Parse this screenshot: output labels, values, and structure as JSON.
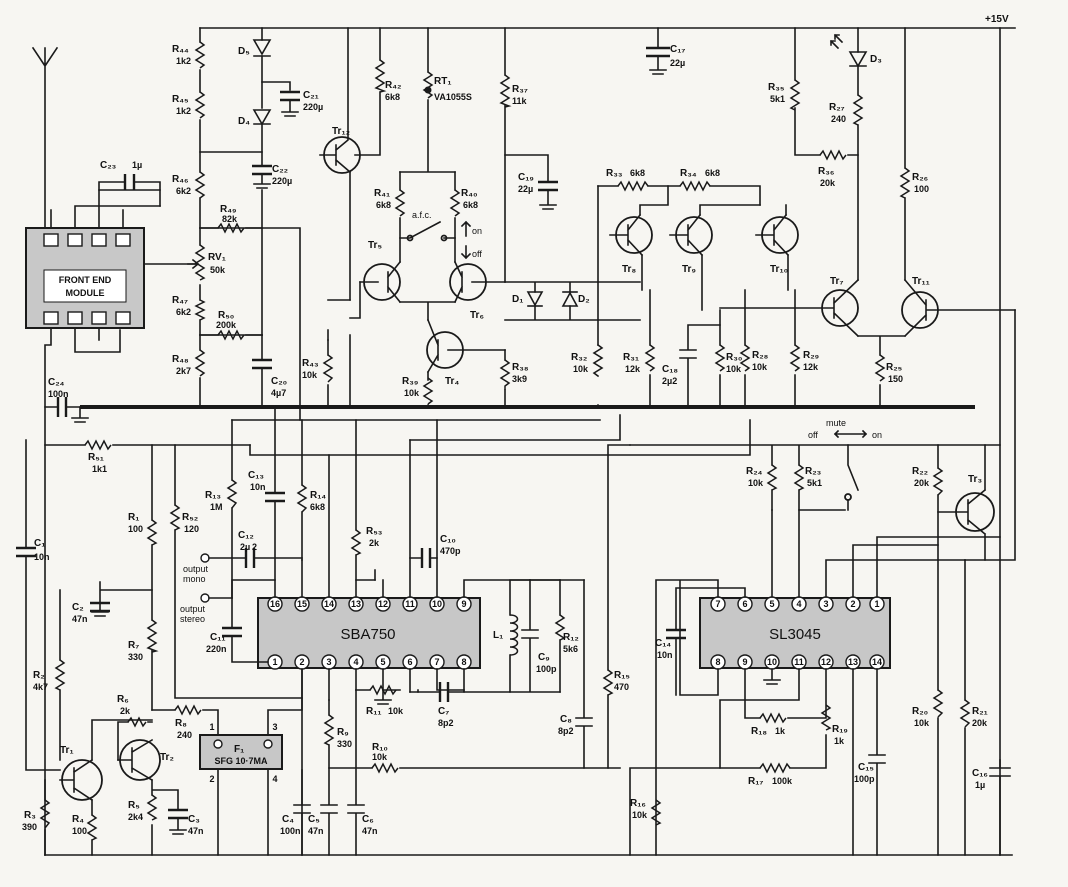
{
  "supply_label": "+15V",
  "modules": {
    "front_end": {
      "line1": "FRONT END",
      "line2": "MODULE"
    },
    "filter": {
      "ref": "F₁",
      "name": "SFG 10·7MA",
      "pins": [
        "1",
        "3",
        "2",
        "4"
      ]
    },
    "ic1": {
      "name": "SBA750",
      "top_pins": [
        "16",
        "15",
        "14",
        "13",
        "12",
        "11",
        "10",
        "9"
      ],
      "bottom_pins": [
        "1",
        "2",
        "3",
        "4",
        "5",
        "6",
        "7",
        "8"
      ]
    },
    "ic2": {
      "name": "SL3045",
      "top_pins": [
        "7",
        "6",
        "5",
        "4",
        "3",
        "2",
        "1"
      ],
      "bottom_pins": [
        "8",
        "9",
        "10",
        "11",
        "12",
        "13",
        "14"
      ]
    }
  },
  "transistors": {
    "tr1": "Tr₁",
    "tr2": "Tr₂",
    "tr3": "Tr₃",
    "tr4": "Tr₄",
    "tr5": "Tr₅",
    "tr6": "Tr₆",
    "tr7": "Tr₇",
    "tr8": "Tr₈",
    "tr9": "Tr₉",
    "tr10": "Tr₁₀",
    "tr11": "Tr₁₁",
    "tr12": "Tr₁₂"
  },
  "resistors": {
    "r1": {
      "ref": "R₁",
      "val": "100"
    },
    "r2": {
      "ref": "R₂",
      "val": "4k7"
    },
    "r3": {
      "ref": "R₃",
      "val": "390"
    },
    "r4": {
      "ref": "R₄",
      "val": "100"
    },
    "r5": {
      "ref": "R₅",
      "val": "2k4"
    },
    "r6": {
      "ref": "R₆",
      "val": "2k"
    },
    "r7": {
      "ref": "R₇",
      "val": "330"
    },
    "r8": {
      "ref": "R₈",
      "val": "240"
    },
    "r9": {
      "ref": "R₉",
      "val": "330"
    },
    "r10": {
      "ref": "R₁₀",
      "val": "10k"
    },
    "r11": {
      "ref": "R₁₁",
      "val": "10k"
    },
    "r12": {
      "ref": "R₁₂",
      "val": "5k6"
    },
    "r13": {
      "ref": "R₁₃",
      "val": "1M"
    },
    "r14": {
      "ref": "R₁₄",
      "val": "6k8"
    },
    "r15": {
      "ref": "R₁₅",
      "val": "470"
    },
    "r16": {
      "ref": "R₁₆",
      "val": "10k"
    },
    "r17": {
      "ref": "R₁₇",
      "val": "100k"
    },
    "r18": {
      "ref": "R₁₈",
      "val": "1k"
    },
    "r19": {
      "ref": "R₁₉",
      "val": "1k"
    },
    "r20": {
      "ref": "R₂₀",
      "val": "10k"
    },
    "r21": {
      "ref": "R₂₁",
      "val": "20k"
    },
    "r22": {
      "ref": "R₂₂",
      "val": "20k"
    },
    "r23": {
      "ref": "R₂₃",
      "val": "5k1"
    },
    "r24": {
      "ref": "R₂₄",
      "val": "10k"
    },
    "r25": {
      "ref": "R₂₅",
      "val": "150"
    },
    "r26": {
      "ref": "R₂₆",
      "val": "100"
    },
    "r27": {
      "ref": "R₂₇",
      "val": "240"
    },
    "r28": {
      "ref": "R₂₈",
      "val": "10k"
    },
    "r29": {
      "ref": "R₂₉",
      "val": "12k"
    },
    "r30": {
      "ref": "R₃₀",
      "val": "10k"
    },
    "r31": {
      "ref": "R₃₁",
      "val": "12k"
    },
    "r32": {
      "ref": "R₃₂",
      "val": "10k"
    },
    "r33": {
      "ref": "R₃₃",
      "val": "6k8"
    },
    "r34": {
      "ref": "R₃₄",
      "val": "6k8"
    },
    "r35": {
      "ref": "R₃₅",
      "val": "5k1"
    },
    "r36": {
      "ref": "R₃₆",
      "val": "20k"
    },
    "r37": {
      "ref": "R₃₇",
      "val": "11k"
    },
    "r38": {
      "ref": "R₃₈",
      "val": "3k9"
    },
    "r39": {
      "ref": "R₃₉",
      "val": "10k"
    },
    "r40": {
      "ref": "R₄₀",
      "val": "6k8"
    },
    "r41": {
      "ref": "R₄₁",
      "val": "6k8"
    },
    "r42": {
      "ref": "R₄₂",
      "val": "6k8"
    },
    "r43": {
      "ref": "R₄₃",
      "val": "10k"
    },
    "r44": {
      "ref": "R₄₄",
      "val": "1k2"
    },
    "r45": {
      "ref": "R₄₅",
      "val": "1k2"
    },
    "r46": {
      "ref": "R₄₆",
      "val": "6k2"
    },
    "r47": {
      "ref": "R₄₇",
      "val": "6k2"
    },
    "r48": {
      "ref": "R₄₈",
      "val": "2k7"
    },
    "r49": {
      "ref": "R₄₉",
      "val": "82k"
    },
    "r50": {
      "ref": "R₅₀",
      "val": "200k"
    },
    "r51": {
      "ref": "R₅₁",
      "val": "1k1"
    },
    "r52": {
      "ref": "R₅₂",
      "val": "120"
    },
    "r53": {
      "ref": "R₅₃",
      "val": "2k"
    },
    "rv1": {
      "ref": "RV₁",
      "val": "50k"
    },
    "rt1": {
      "ref": "RT₁",
      "val": "VA1055S"
    }
  },
  "capacitors": {
    "c1": {
      "ref": "C₁",
      "val": "10n"
    },
    "c2": {
      "ref": "C₂",
      "val": "47n"
    },
    "c3": {
      "ref": "C₃",
      "val": "47n"
    },
    "c4": {
      "ref": "C₄",
      "val": "100n"
    },
    "c5": {
      "ref": "C₅",
      "val": "47n"
    },
    "c6": {
      "ref": "C₆",
      "val": "47n"
    },
    "c7": {
      "ref": "C₇",
      "val": "8p2"
    },
    "c8": {
      "ref": "C₈",
      "val": "8p2"
    },
    "c9": {
      "ref": "C₉",
      "val": "100p"
    },
    "c10": {
      "ref": "C₁₀",
      "val": "470p"
    },
    "c11": {
      "ref": "C₁₁",
      "val": "220n"
    },
    "c12": {
      "ref": "C₁₂",
      "val": "2µ 2"
    },
    "c13": {
      "ref": "C₁₃",
      "val": "10n"
    },
    "c14": {
      "ref": "C₁₄",
      "val": "10n"
    },
    "c15": {
      "ref": "C₁₅",
      "val": "100p"
    },
    "c16": {
      "ref": "C₁₆",
      "val": "1µ"
    },
    "c17": {
      "ref": "C₁₇",
      "val": "22µ"
    },
    "c18": {
      "ref": "C₁₈",
      "val": "2µ2"
    },
    "c19": {
      "ref": "C₁₉",
      "val": "22µ"
    },
    "c20": {
      "ref": "C₂₀",
      "val": "4µ7"
    },
    "c21": {
      "ref": "C₂₁",
      "val": "220µ"
    },
    "c22": {
      "ref": "C₂₂",
      "val": "220µ"
    },
    "c23": {
      "ref": "C₂₃",
      "val": "1µ"
    },
    "c24": {
      "ref": "C₂₄",
      "val": "100n"
    }
  },
  "diodes": {
    "d1": "D₁",
    "d2": "D₂",
    "d3": "D₃",
    "d4": "D₄",
    "d5": "D₅"
  },
  "inductor": {
    "ref": "L₁"
  },
  "afc": {
    "label": "a.f.c.",
    "on": "on",
    "off": "off"
  },
  "mute": {
    "label": "mute",
    "off": "off",
    "on": "on"
  },
  "outputs": {
    "mono_1": "output",
    "mono_2": "mono",
    "stereo_1": "output",
    "stereo_2": "stereo"
  }
}
